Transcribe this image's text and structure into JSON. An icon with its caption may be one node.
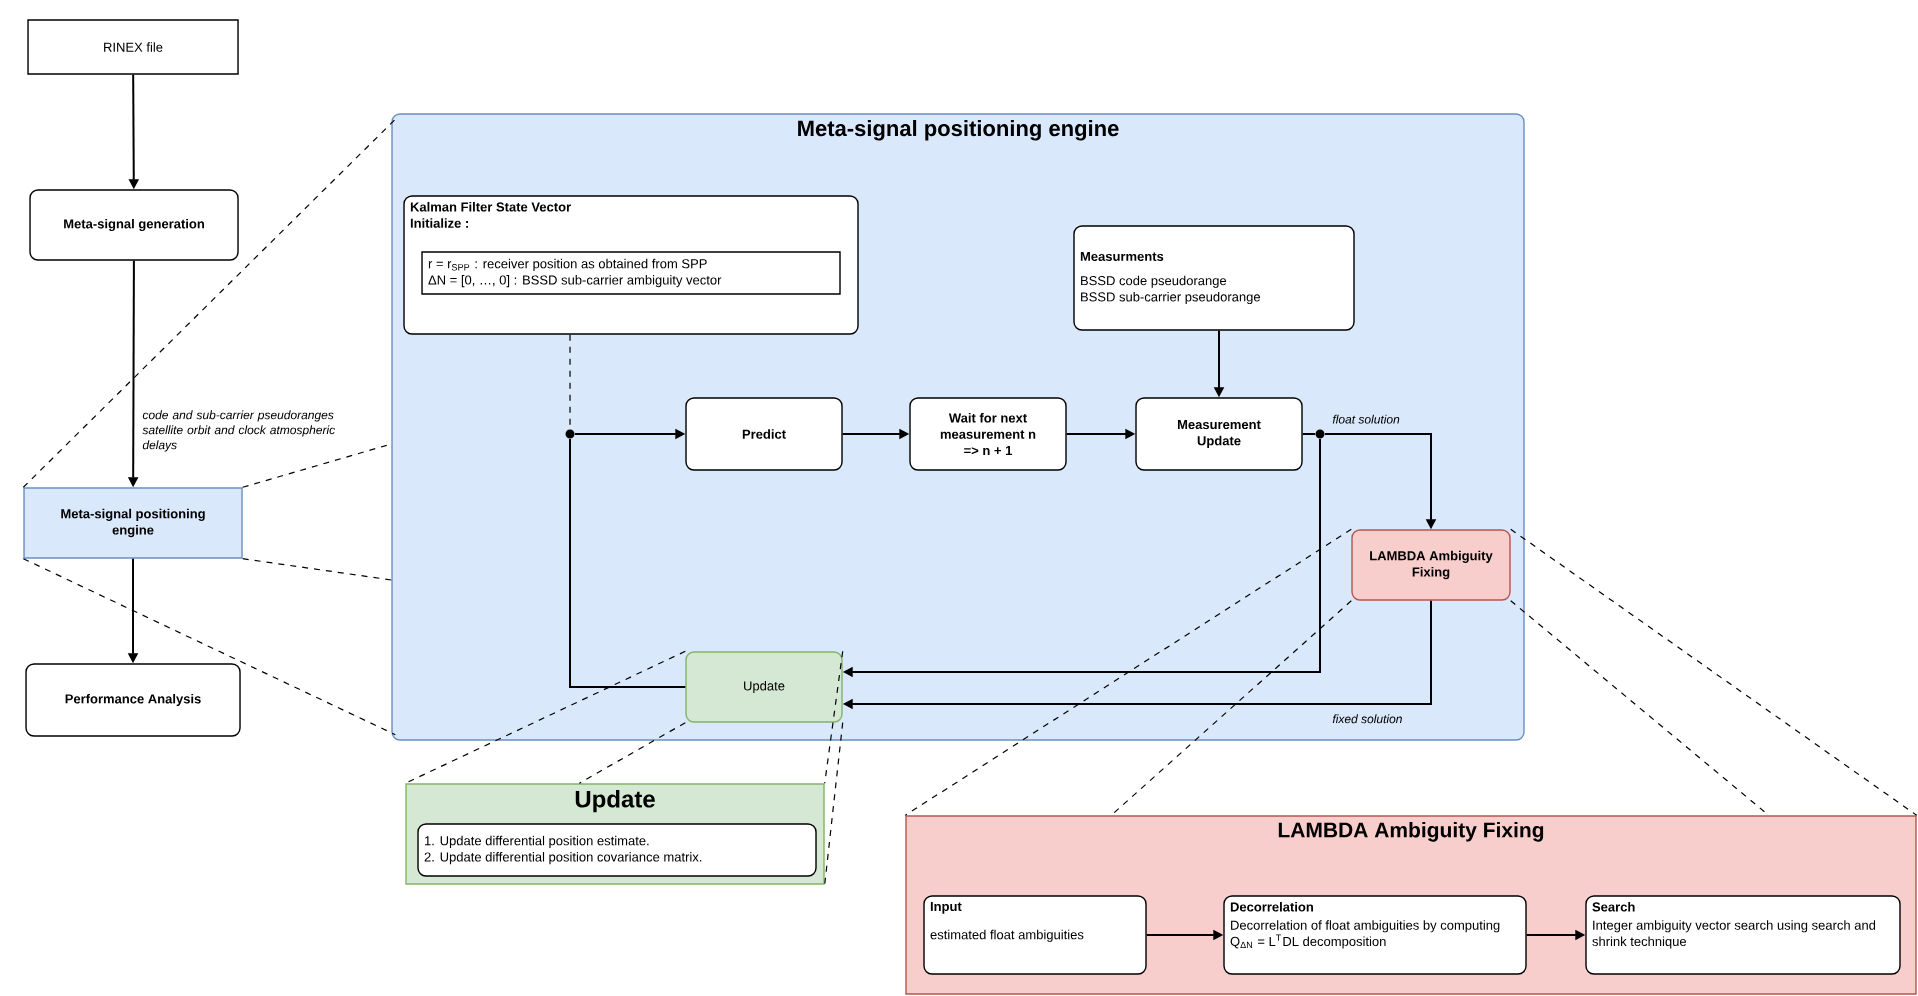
{
  "diagram": {
    "nodes": [
      {
        "text": [
          "RINEX file"
        ]
      },
      {
        "text": [
          "Meta-signal generation"
        ]
      },
      {
        "text": [
          "Meta-signal positioning engine"
        ]
      },
      {
        "text": [
          "Performance Analysis"
        ]
      },
      {
        "text": [
          "Meta-signal positioning engine"
        ]
      },
      {
        "text": [
          "Kalman Filter State Vector",
          "Initialize :"
        ],
        "in": 4
      },
      {
        "text": [
          "r = r$_{SPP}$ : receiver position as obtained from SPP",
          "ΔN = [0, …, 0] : BSSD sub-carrier ambiguity vector"
        ],
        "in": 5
      },
      {
        "text": [
          "Measurments",
          "BSSD code pseudorange",
          "BSSD sub-carrier pseudorange"
        ],
        "in": 4
      },
      {
        "text": [
          "Predict"
        ],
        "in": 4
      },
      {
        "text": [
          "Wait for next measurement n => n + 1"
        ],
        "in": 4
      },
      {
        "text": [
          "Measurement Update"
        ],
        "in": 4
      },
      {
        "text": [
          "LAMBDA Ambiguity Fixing"
        ],
        "in": 4
      },
      {
        "text": [
          "Update"
        ],
        "in": 4
      },
      {
        "text": [],
        "shape": "circle",
        "in": 4
      },
      {
        "text": [],
        "shape": "circle",
        "in": 4
      },
      {
        "text": [
          "Update"
        ]
      },
      {
        "text": [
          "1. Update differential position estimate.",
          "2. Update differential position covariance matrix."
        ],
        "in": 15
      },
      {
        "text": [
          "LAMBDA Ambiguity Fixing"
        ]
      },
      {
        "text": [
          "Input",
          "estimated float ambiguities"
        ],
        "in": 17
      },
      {
        "text": [
          "Decorrelation",
          "Decorrelation of float ambiguities by computing Q$_{ΔN}$ = L$^{T}$DL decomposition"
        ],
        "in": 17
      },
      {
        "text": [
          "Search",
          "Integer ambiguity vector search using search and shrink technique"
        ],
        "in": 17
      }
    ],
    "edges": [
      {
        "from": 0,
        "to": 1,
        "arrow": "to"
      },
      {
        "from": 1,
        "to": 2,
        "arrow": "to",
        "label": "code and sub-carrier pseudoranges satellite orbit and clock atmospheric delays"
      },
      {
        "from": 2,
        "to": 3,
        "arrow": "to"
      },
      {
        "from": 5,
        "to": 13,
        "arrow": "none",
        "style": "dashed"
      },
      {
        "from": 13,
        "to": 8,
        "arrow": "to"
      },
      {
        "from": 12,
        "to": 13,
        "arrow": "none"
      },
      {
        "from": 8,
        "to": 9,
        "arrow": "to"
      },
      {
        "from": 9,
        "to": 10,
        "arrow": "to"
      },
      {
        "from": 7,
        "to": 10,
        "arrow": "to"
      },
      {
        "from": 10,
        "to": 14,
        "arrow": "none"
      },
      {
        "from": 14,
        "to": 11,
        "arrow": "to",
        "label": "float solution"
      },
      {
        "from": 14,
        "to": 12,
        "arrow": "to"
      },
      {
        "from": 11,
        "to": 12,
        "arrow": "to",
        "label": "fixed solution"
      },
      {
        "from": 18,
        "to": 19,
        "arrow": "to"
      },
      {
        "from": 19,
        "to": 20,
        "arrow": "to"
      },
      {
        "from": 2,
        "to": 4,
        "arrow": "none",
        "style": "dashed"
      },
      {
        "from": 2,
        "to": 4,
        "arrow": "none",
        "style": "dashed"
      },
      {
        "from": 2,
        "to": 4,
        "arrow": "none",
        "style": "dashed"
      },
      {
        "from": 2,
        "to": 4,
        "arrow": "none",
        "style": "dashed"
      },
      {
        "from": 12,
        "to": 15,
        "arrow": "none",
        "style": "dashed"
      },
      {
        "from": 12,
        "to": 15,
        "arrow": "none",
        "style": "dashed"
      },
      {
        "from": 12,
        "to": 15,
        "arrow": "none",
        "style": "dashed"
      },
      {
        "from": 12,
        "to": 15,
        "arrow": "none",
        "style": "dashed"
      },
      {
        "from": 11,
        "to": 17,
        "arrow": "none",
        "style": "dashed"
      },
      {
        "from": 11,
        "to": 17,
        "arrow": "none",
        "style": "dashed"
      },
      {
        "from": 11,
        "to": 17,
        "arrow": "none",
        "style": "dashed"
      },
      {
        "from": 11,
        "to": 17,
        "arrow": "none",
        "style": "dashed"
      }
    ]
  }
}
